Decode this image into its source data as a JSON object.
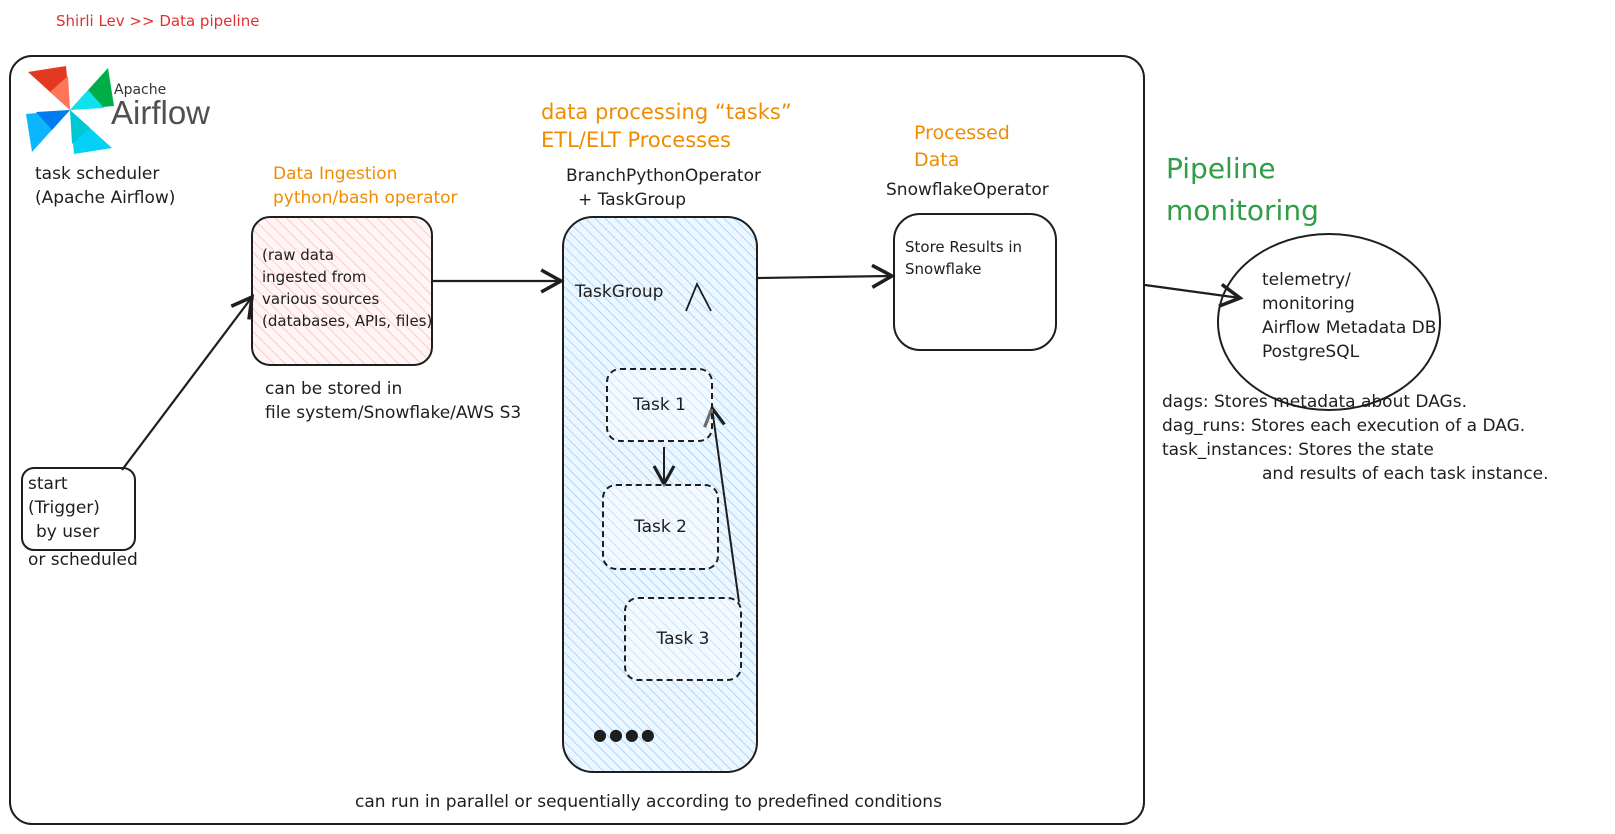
{
  "breadcrumb": "Shirli Lev >> Data pipeline",
  "logo": {
    "apache": "Apache",
    "airflow": "Airflow",
    "icon": "airflow-pinwheel-icon"
  },
  "scheduler": {
    "line1": "task scheduler",
    "line2": "(Apache Airflow)"
  },
  "start": {
    "line1": "start",
    "line2": "(Trigger)",
    "line3": "by user",
    "below": "or scheduled"
  },
  "ingestion": {
    "title1": "Data Ingestion",
    "title2": "python/bash operator",
    "body1": "(raw data",
    "body2": "ingested from",
    "body3": "various sources",
    "body4": "(databases, APIs, files)",
    "note1": "can be stored in",
    "note2": "file system/Snowflake/AWS S3"
  },
  "processing": {
    "title1": "data processing “tasks”",
    "title2": "ETL/ELT Processes",
    "op1": "BranchPythonOperator",
    "op2": "+ TaskGroup",
    "taskgroup_label": "TaskGroup",
    "task1": "Task 1",
    "task2": "Task 2",
    "task3": "Task 3",
    "more": "●●●●",
    "footer": "can run in parallel or sequentially according to predefined conditions"
  },
  "processed": {
    "title1": "Processed",
    "title2": "Data",
    "op": "SnowflakeOperator",
    "body1": "Store Results in",
    "body2": "Snowflake"
  },
  "monitoring": {
    "title1": "Pipeline",
    "title2": "monitoring",
    "ellipse1": "telemetry/",
    "ellipse2": "monitoring",
    "ellipse3": "Airflow Metadata DB",
    "ellipse4": "PostgreSQL",
    "desc1": "dags: Stores metadata about DAGs.",
    "desc2": "dag_runs: Stores each execution of a DAG.",
    "desc3": "task_instances: Stores the state",
    "desc4": "and results of each task instance."
  },
  "colors": {
    "orange": "#f08c00",
    "green": "#2f9e44",
    "red": "#e03131",
    "ingestion_fill": "#ffe3e3",
    "taskgroup_fill": "#d0ebff"
  }
}
